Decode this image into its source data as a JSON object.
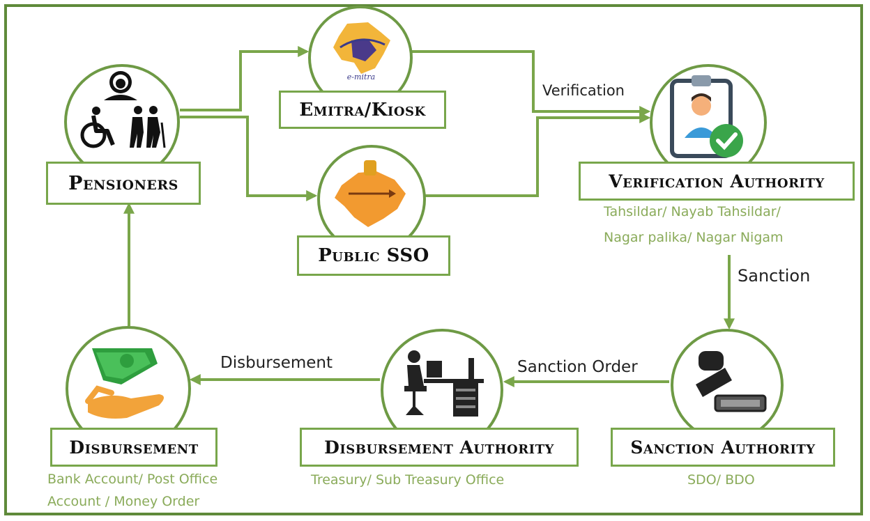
{
  "nodes": {
    "pensioners": {
      "label": "Pensioners"
    },
    "emitra": {
      "label": "Emitra/Kiosk",
      "logo_text": "e-mitra"
    },
    "public_sso": {
      "label": "Public SSO"
    },
    "verification": {
      "label": "Verification Authority",
      "sub_line1": "Tahsildar/ Nayab Tahsildar/",
      "sub_line2a": "Nagar palika",
      "sub_line2b": "/ Nagar Nigam"
    },
    "sanction": {
      "label": "Sanction Authority",
      "sub_line1": "SDO/ BDO"
    },
    "disbursement_authority": {
      "label": "Disbursement Authority",
      "sub_line1": "Treasury/ Sub Treasury Office"
    },
    "disbursement": {
      "label": "Disbursement",
      "sub_line1": "Bank Account/ Post Office",
      "sub_line2": "Account / Money Order"
    }
  },
  "edges": {
    "verification": "Verification",
    "sanction": "Sanction",
    "sanction_order": "Sanction Order",
    "disbursement": "Disbursement"
  },
  "colors": {
    "border": "#5f8a3a",
    "arrow": "#7aa64a",
    "sub_text": "#8aab5a",
    "check": "#3aa54a",
    "money": "#2e9e3e",
    "hand": "#f2a33a"
  },
  "icons": {
    "pensioners": [
      "person-bust-icon",
      "wheelchair-icon",
      "elderly-couple-icon"
    ],
    "emitra": "emitra-logo-icon",
    "public_sso": "rajasthan-map-logo-icon",
    "verification": "id-card-check-icon",
    "sanction": "stamp-icon",
    "disbursement_authority": "office-worker-icon",
    "disbursement": "money-hand-icon"
  }
}
